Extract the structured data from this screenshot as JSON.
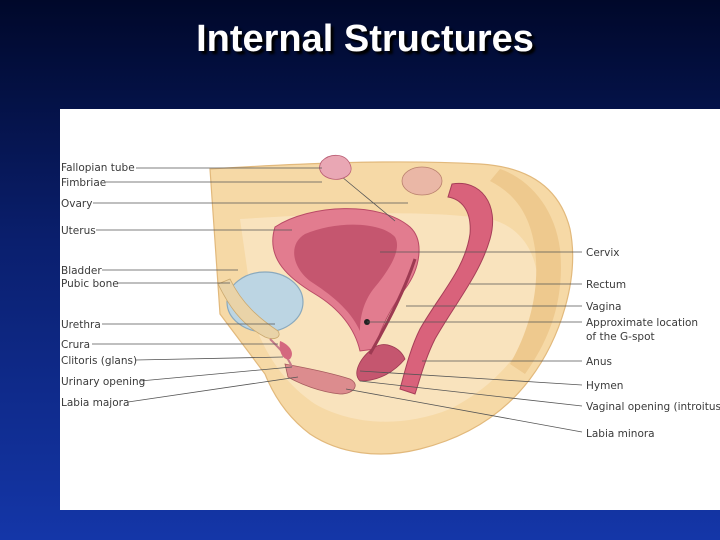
{
  "slide": {
    "title": "Internal Structures"
  },
  "diagram": {
    "labels_left": [
      "Fallopian tube",
      "Fimbriae",
      "Ovary",
      "Uterus",
      "Bladder",
      "Pubic bone",
      "Urethra",
      "Crura",
      "Clitoris (glans)",
      "Urinary opening",
      "Labia majora"
    ],
    "labels_right": [
      "Cervix",
      "Rectum",
      "Vagina",
      "Approximate location",
      "of the G-spot",
      "Anus",
      "Hymen",
      "Vaginal opening (introitus)",
      "Labia minora"
    ],
    "colors": {
      "background_top": "#00082a",
      "background_bottom": "#1436a8",
      "skin": "#f6d9a6",
      "muscle": "#e27c8f",
      "lining": "#b94a66",
      "bladder": "#bcd5e3"
    }
  }
}
